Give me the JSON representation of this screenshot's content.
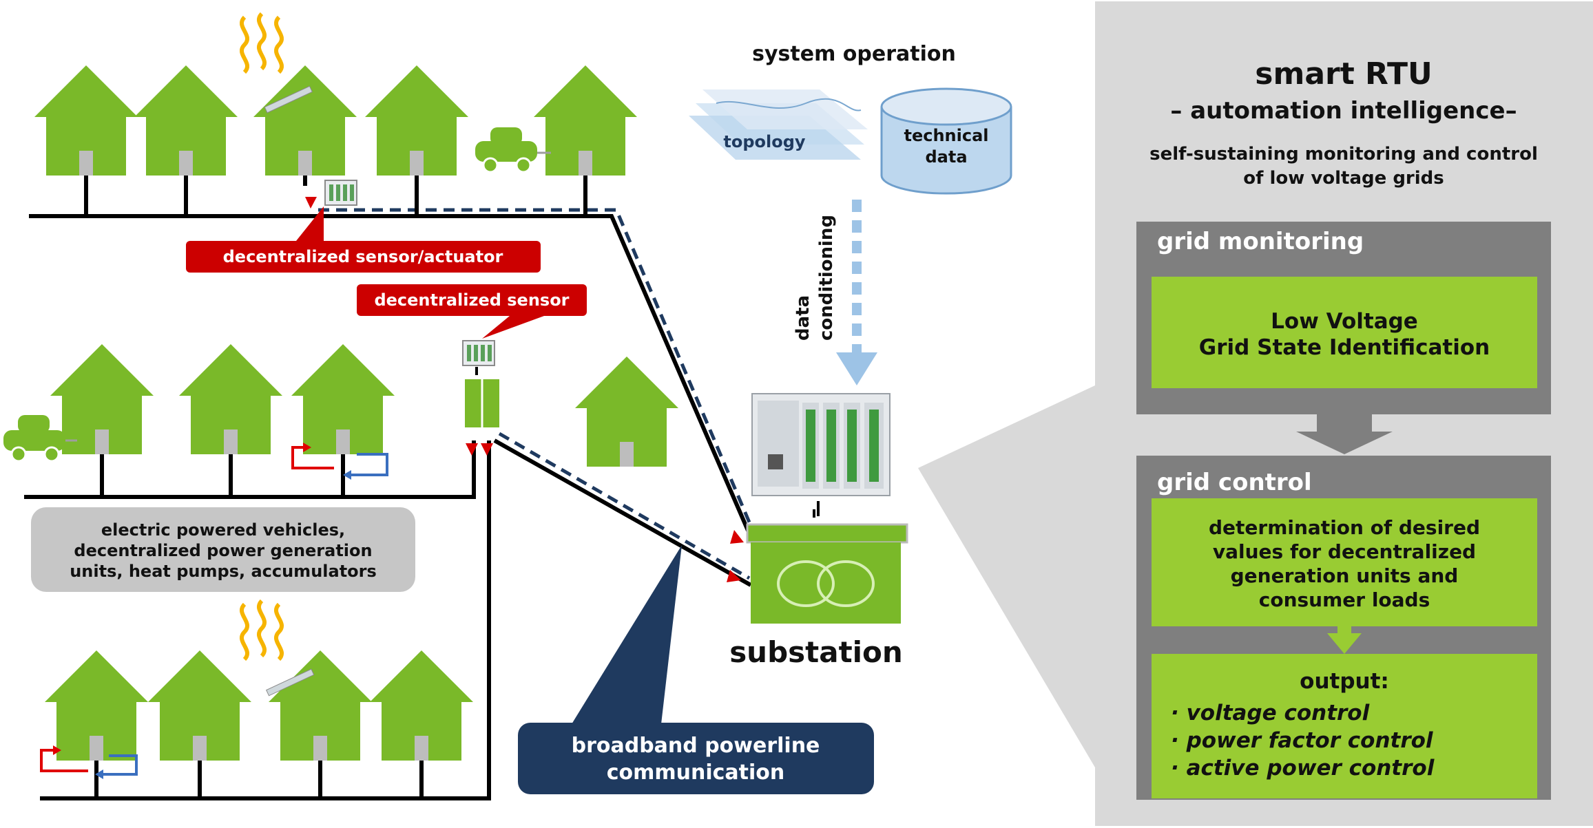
{
  "labels": {
    "system_operation": "system operation",
    "topology": "topology",
    "technical_data_line1": "technical",
    "technical_data_line2": "data",
    "data_conditioning_line1": "data",
    "data_conditioning_line2": "conditioning",
    "decentralized_sensor_actuator": "decentralized sensor/actuator",
    "decentralized_sensor": "decentralized sensor",
    "devices_line1": "electric powered vehicles,",
    "devices_line2": "decentralized power generation",
    "devices_line3": "units, heat pumps, accumulators",
    "substation": "substation",
    "bplc_line1": "broadband powerline",
    "bplc_line2": "communication"
  },
  "panel": {
    "title": "smart RTU",
    "subtitle": "– automation intelligence–",
    "desc_line1": "self-sustaining monitoring and control",
    "desc_line2": "of low voltage grids",
    "monitoring": {
      "header": "grid monitoring",
      "box_line1": "Low Voltage",
      "box_line2": "Grid State Identification"
    },
    "control": {
      "header": "grid control",
      "box_line1": "determination of desired",
      "box_line2": "values for decentralized",
      "box_line3": "generation units and",
      "box_line4": "consumer loads",
      "output_title": "output:",
      "output_items": [
        "· voltage control",
        "· power factor control",
        "· active power control"
      ]
    }
  },
  "colors": {
    "house_green": "#7ab929",
    "panel_gray": "#d9d9d9",
    "dark_gray": "#7f7f7f",
    "box_green": "#99cc33",
    "red_label": "#cc0000",
    "navy": "#1f3a5f",
    "arrow_blue": "#9dc3e6",
    "heat_yellow": "#f6b400"
  }
}
